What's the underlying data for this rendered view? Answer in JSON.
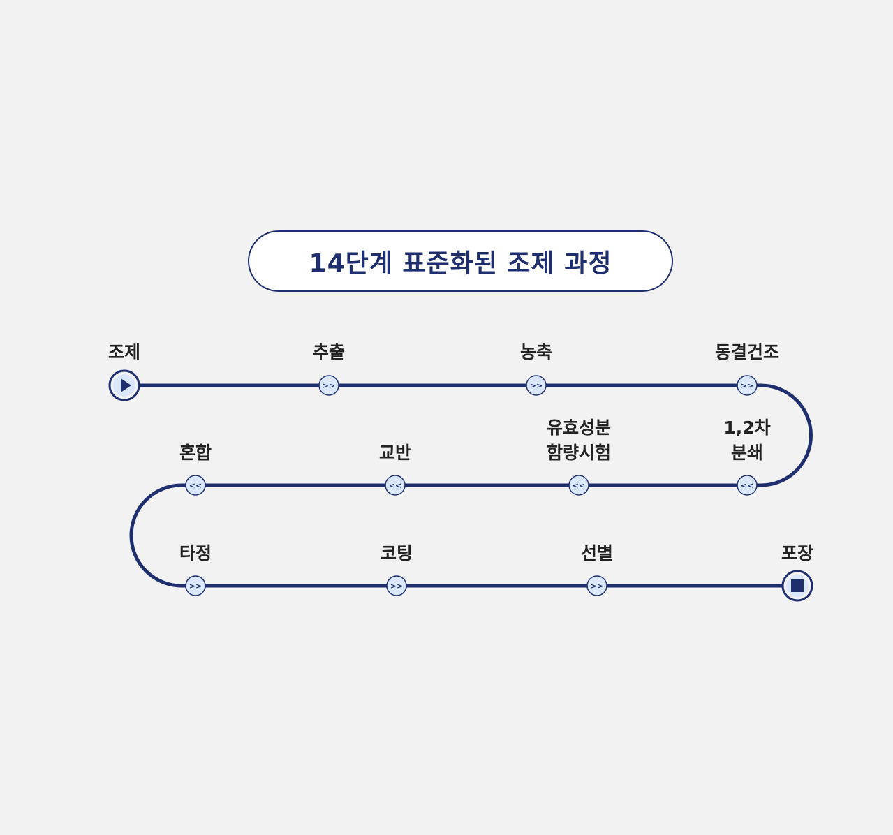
{
  "title": "14단계 표준화된 조제 과정",
  "colors": {
    "line": "#1f2f6e",
    "node_fill": "#dbe8fb",
    "node_stroke": "#1f2f6e"
  },
  "steps": [
    {
      "label": "조제",
      "marker": "start-play-icon"
    },
    {
      "label": "추출",
      "marker": "forward-chevron-icon"
    },
    {
      "label": "농축",
      "marker": "forward-chevron-icon"
    },
    {
      "label": "동결건조",
      "marker": "forward-chevron-icon"
    },
    {
      "label": "1,2차\n분쇄",
      "marker": "back-chevron-icon"
    },
    {
      "label": "유효성분\n함량시험",
      "marker": "back-chevron-icon"
    },
    {
      "label": "교반",
      "marker": "back-chevron-icon"
    },
    {
      "label": "혼합",
      "marker": "back-chevron-icon"
    },
    {
      "label": "타정",
      "marker": "forward-chevron-icon"
    },
    {
      "label": "코팅",
      "marker": "forward-chevron-icon"
    },
    {
      "label": "선별",
      "marker": "forward-chevron-icon"
    },
    {
      "label": "포장",
      "marker": "end-stop-icon"
    }
  ],
  "chevron_glyphs": {
    "forward": ">>",
    "back": "<<"
  }
}
